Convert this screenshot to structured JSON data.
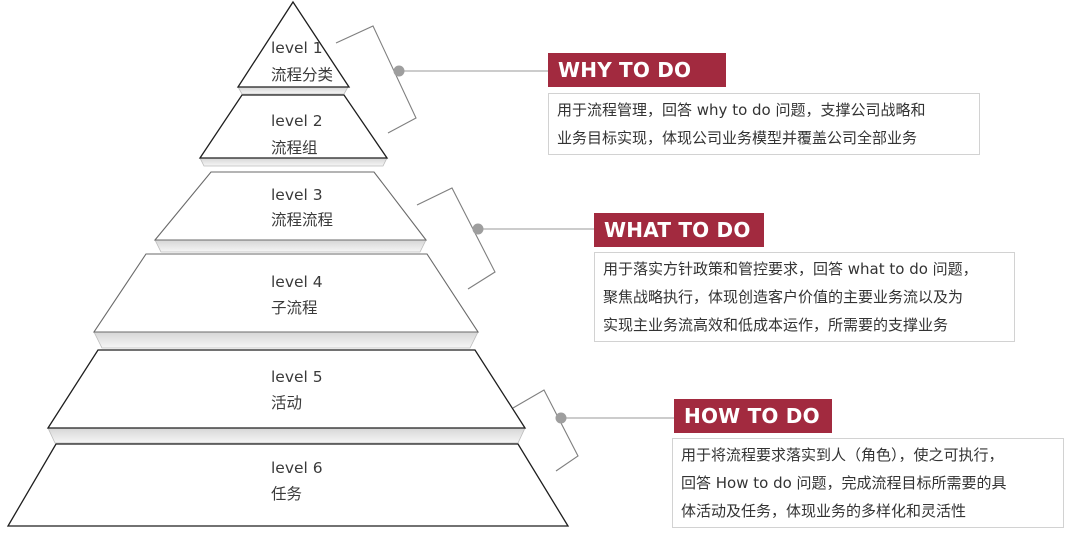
{
  "colors": {
    "accent": "#a22a3f",
    "outline": "#1e1e1e",
    "connector": "#7f7f7f",
    "dot": "#9e9e9e"
  },
  "levels": [
    {
      "level": "level 1",
      "name": "流程分类"
    },
    {
      "level": "level 2",
      "name": "流程组"
    },
    {
      "level": "level 3",
      "name": "流程流程"
    },
    {
      "level": "level 4",
      "name": "子流程"
    },
    {
      "level": "level 5",
      "name": "活动"
    },
    {
      "level": "level 6",
      "name": "任务"
    }
  ],
  "callouts": [
    {
      "title": "WHY TO DO",
      "lines": [
        "用于流程管理，回答 why to do 问题，支撑公司战略和",
        "业务目标实现，体现公司业务模型并覆盖公司全部业务"
      ]
    },
    {
      "title": "WHAT TO DO",
      "lines": [
        "用于落实方针政策和管控要求，回答 what to do 问题，",
        "聚焦战略执行，体现创造客户价值的主要业务流以及为",
        "实现主业务流高效和低成本运作，所需要的支撑业务"
      ]
    },
    {
      "title": "HOW TO DO",
      "lines": [
        "用于将流程要求落实到人（角色），使之可执行，",
        "回答 How to do 问题，完成流程目标所需要的具",
        "体活动及任务，体现业务的多样化和灵活性"
      ]
    }
  ]
}
